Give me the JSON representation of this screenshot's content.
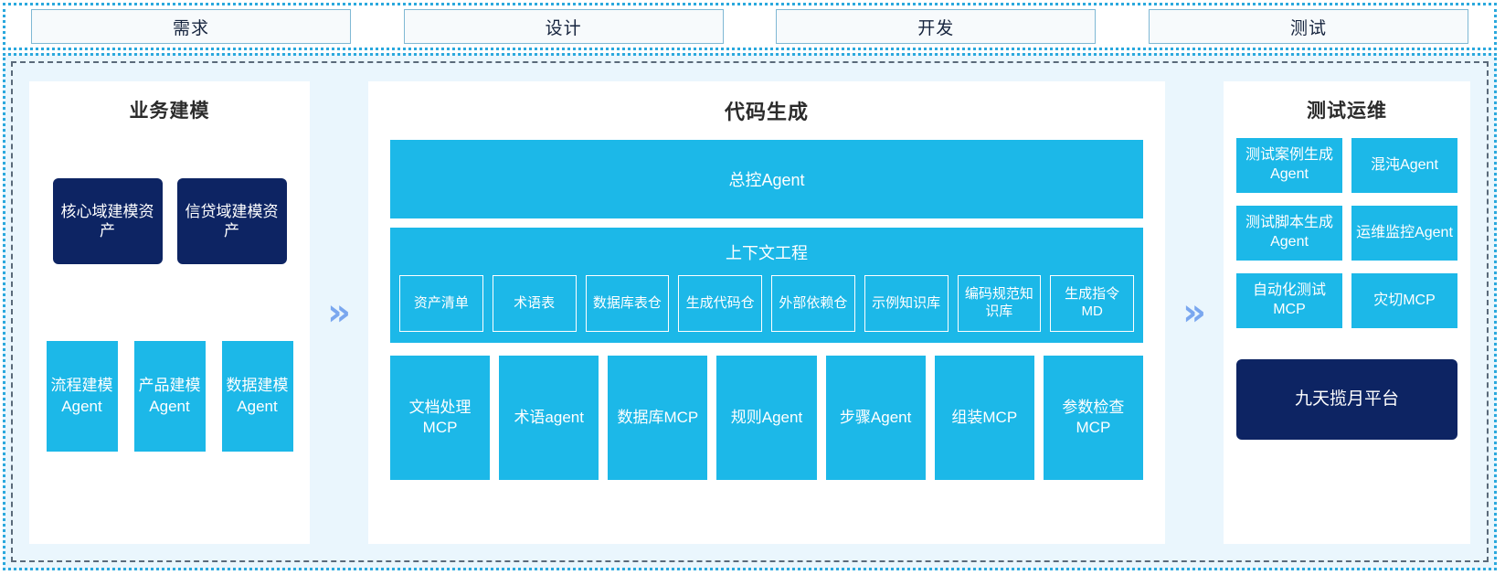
{
  "phases": [
    {
      "label": "需求"
    },
    {
      "label": "设计"
    },
    {
      "label": "开发"
    },
    {
      "label": "测试"
    }
  ],
  "arrows": {
    "glyph": "»",
    "name": "double-chevron-right"
  },
  "colors": {
    "cyan": "#1cb8e8",
    "navy": "#0d2463",
    "panel_bg": "#ffffff",
    "area_bg": "#eaf6fd",
    "chevron": "#7aa7ef",
    "dotted_border": "#2aa8dd",
    "dashed_border": "#5a6a7a"
  },
  "left_panel": {
    "title": "业务建模",
    "assets": [
      {
        "label": "核心域建模资产"
      },
      {
        "label": "信贷域建模资产"
      }
    ],
    "modeling_agents": [
      {
        "label": "流程建模Agent"
      },
      {
        "label": "产品建模Agent"
      },
      {
        "label": "数据建模Agent"
      }
    ]
  },
  "center_panel": {
    "title": "代码生成",
    "master_agent": "总控Agent",
    "context": {
      "title": "上下文工程",
      "items": [
        {
          "label": "资产清单"
        },
        {
          "label": "术语表"
        },
        {
          "label": "数据库表仓"
        },
        {
          "label": "生成代码仓"
        },
        {
          "label": "外部依赖仓"
        },
        {
          "label": "示例知识库"
        },
        {
          "label": "编码规范知识库"
        },
        {
          "label": "生成指令MD"
        }
      ]
    },
    "tools": [
      {
        "label": "文档处理MCP"
      },
      {
        "label": "术语agent"
      },
      {
        "label": "数据库MCP"
      },
      {
        "label": "规则Agent"
      },
      {
        "label": "步骤Agent"
      },
      {
        "label": "组装MCP"
      },
      {
        "label": "参数检查MCP"
      }
    ]
  },
  "right_panel": {
    "title": "测试运维",
    "items": [
      {
        "label": "测试案例生成Agent"
      },
      {
        "label": "混沌Agent"
      },
      {
        "label": "测试脚本生成Agent"
      },
      {
        "label": "运维监控Agent"
      },
      {
        "label": "自动化测试MCP"
      },
      {
        "label": "灾切MCP"
      }
    ],
    "platform": "九天揽月平台"
  }
}
